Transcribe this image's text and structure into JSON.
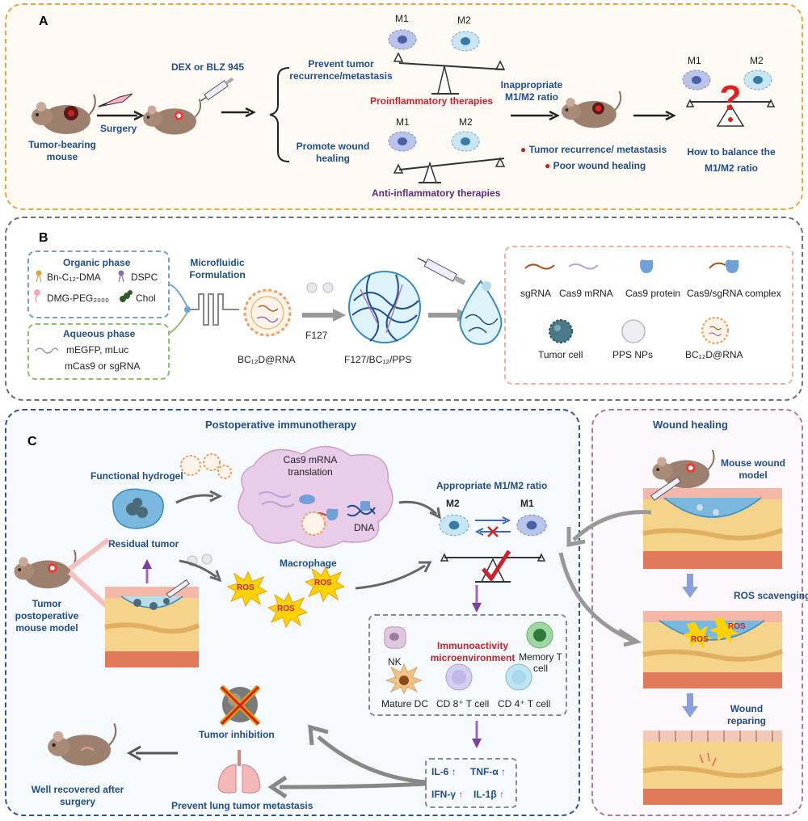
{
  "panel_a": {
    "label": "A",
    "tumor_mouse": "Tumor-bearing mouse",
    "surgery": "Surgery",
    "dex": "DEX or BLZ 945",
    "prevent": "Prevent tumor recurrence/metastasis",
    "promote": "Promote wound healing",
    "m1": "M1",
    "m2": "M2",
    "proinflammatory": "Proinflammatory therapies",
    "anti_inflammatory": "Anti-inflammatory therapies",
    "inappropriate": "Inappropriate M1/M2 ratio",
    "recurrence": "Tumor recurrence/ metastasis",
    "poor_healing": "Poor wound healing",
    "balance_question": "How to balance the M1/M2 ratio"
  },
  "panel_b": {
    "label": "B",
    "organic_title": "Organic phase",
    "organic_items": [
      "Bn-C₁₂-DMA",
      "DSPC",
      "DMG-PEG₂₀₀₀",
      "Chol"
    ],
    "aqueous_title": "Aqueous phase",
    "aqueous_line1": "mEGFP, mLuc",
    "aqueous_line2": "mCas9 or sgRNA",
    "microfluidic": "Microfluidic Formulation",
    "bc12d": "BC₁₂D@RNA",
    "f127": "F127",
    "f127_full": "F127/BC₁₂/PPS",
    "legend": [
      "sgRNA",
      "Cas9 mRNA",
      "Cas9 protein",
      "Cas9/sgRNA complex",
      "Tumor cell",
      "PPS NPs",
      "BC₁₂D@RNA"
    ]
  },
  "panel_c": {
    "label": "C",
    "title": "Postoperative immunotherapy",
    "functional_hydrogel": "Functional hydrogel",
    "residual_tumor": "Residual tumor",
    "tumor_model": "Tumor postoperative mouse model",
    "cas9_translation": "Cas9 mRNA translation",
    "dna": "DNA",
    "macrophage": "Macrophage",
    "ros": "ROS",
    "appropriate": "Appropriate M1/M2 ratio",
    "m2": "M2",
    "m1": "M1",
    "nk": "NK",
    "immunoactivity": "Immunoactivity microenvironment",
    "memory_t": "Memory T cell",
    "mature_dc": "Mature DC",
    "cd8": "CD 8⁺ T cell",
    "cd4": "CD 4⁺ T cell",
    "cytokines": [
      "IL-6",
      "TNF-α",
      "IFN-γ",
      "IL-1β"
    ],
    "tumor_inhibition": "Tumor inhibition",
    "prevent_lung": "Prevent lung tumor metastasis",
    "well_recovered": "Well recovered after surgery"
  },
  "wound": {
    "title": "Wound healing",
    "mouse_model": "Mouse wound model",
    "ros_scavenging": "ROS scavenging",
    "wound_reparing": "Wound reparing",
    "ros": "ROS"
  },
  "colors": {
    "panel_a_border": "#e8a640",
    "panel_b_border": "#707070",
    "panel_c_border": "#2f5597",
    "wound_border": "#b07aa1",
    "accent_red": "#d0202a",
    "accent_blue": "#1f4e8c",
    "accent_purple": "#7a3fa0"
  },
  "icons": [
    "mouse-icon",
    "scalpel-icon",
    "syringe-icon",
    "seesaw-icon",
    "macrophage-icon",
    "hydrogel-icon",
    "lung-icon",
    "skin-layer-icon",
    "question-icon"
  ]
}
